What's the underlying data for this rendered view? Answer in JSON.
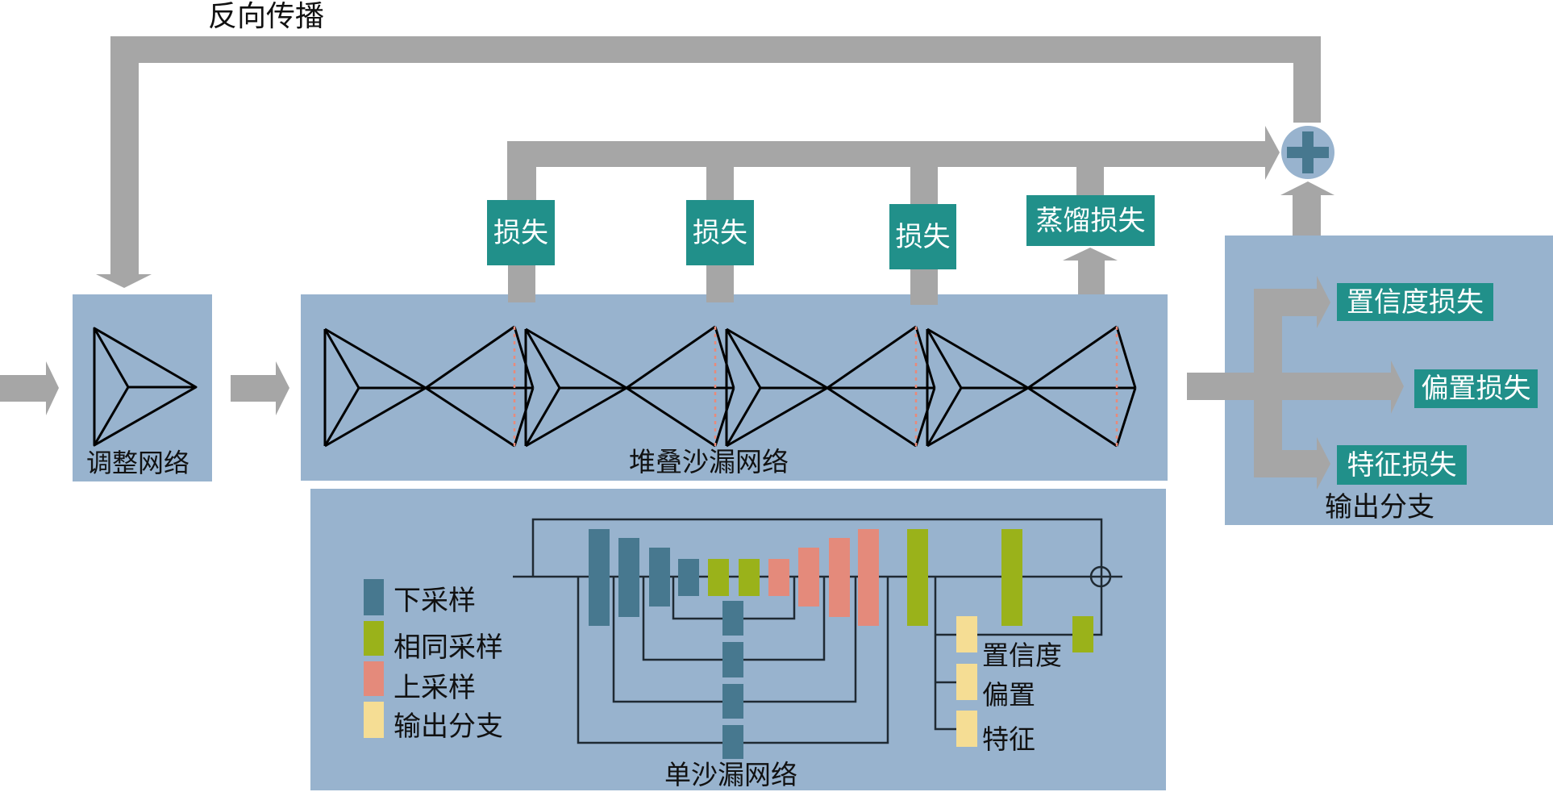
{
  "colors": {
    "arrow_gray": "#A6A6A6",
    "panel_blue": "#98B3CE",
    "loss_teal": "#21908A",
    "downsample": "#47788F",
    "same_sample": "#9AB21A",
    "upsample": "#E48A7B",
    "output_branch": "#F5DD94",
    "line": "#1F2A33",
    "dashed_red": "#E98A7A",
    "plus_bg": "#98B3CE",
    "plus_fg": "#47788F"
  },
  "labels": {
    "backprop": "反向传播",
    "adjust_network": "调整网络",
    "stacked_hourglass": "堆叠沙漏网络",
    "single_hourglass": "单沙漏网络",
    "output_branch": "输出分支"
  },
  "intermediate_losses": [
    {
      "label": "损失"
    },
    {
      "label": "损失"
    },
    {
      "label": "损失"
    },
    {
      "label": "蒸馏损失"
    }
  ],
  "output_losses": [
    {
      "label": "置信度损失"
    },
    {
      "label": "偏置损失"
    },
    {
      "label": "特征损失"
    }
  ],
  "legend": [
    {
      "label": "下采样",
      "color_key": "downsample"
    },
    {
      "label": "相同采样",
      "color_key": "same_sample"
    },
    {
      "label": "上采样",
      "color_key": "upsample"
    },
    {
      "label": "输出分支",
      "color_key": "output_branch"
    }
  ],
  "output_heads": [
    {
      "label": "置信度"
    },
    {
      "label": "偏置"
    },
    {
      "label": "特征"
    }
  ],
  "plus_symbol": "+"
}
